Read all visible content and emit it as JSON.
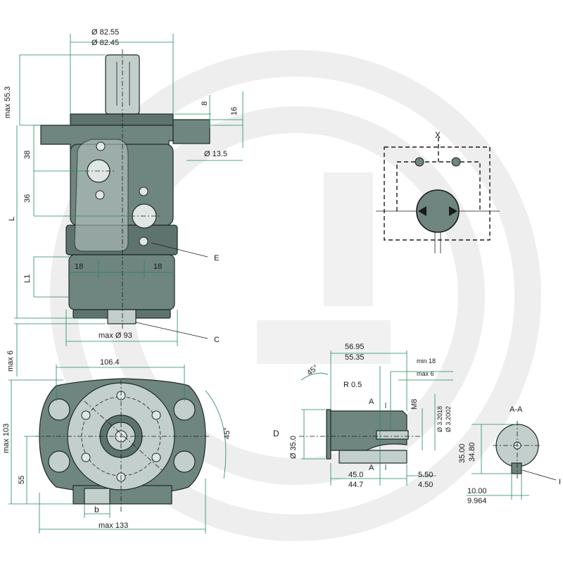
{
  "colors": {
    "body": "#6f8580",
    "body_dark": "#5e736e",
    "face": "#c3cfcc",
    "dimension_line": "#1f8a5a",
    "outline": "#1d2b28"
  },
  "front_view": {
    "dia_upper": "Ø 82.55",
    "dia_lower": "Ø 82.45",
    "max_shaft": "max 55.3",
    "dim_8": "8",
    "dim_16": "16",
    "dia_flange_hole": "Ø 13.5",
    "dim_38": "38",
    "dim_36": "36",
    "dim_L": "L",
    "dim_L1": "L1",
    "dim_18_left": "18",
    "dim_18_right": "18",
    "label_E": "E",
    "label_C": "C",
    "max_dia_93": "max Ø 93",
    "max_6": "max 6"
  },
  "bottom_view": {
    "width_106": "106.4",
    "max_103": "max 103",
    "dim_55": "55",
    "angle_45": "45°",
    "label_b": "b",
    "max_133": "max 133"
  },
  "shaft_view": {
    "len_upper": "56.95",
    "len_lower": "55.35",
    "angle_45": "45°",
    "radius": "R 0.5",
    "label_D": "D",
    "dia_35": "Ø 35.0",
    "section_A_top": "A",
    "section_A_bottom": "A",
    "thread_M8": "M8",
    "min_18": "min 18",
    "max_6": "max 6",
    "dia_key_upper": "Ø 3.2018",
    "dia_key_lower": "Ø 3.2002",
    "len_45_0": "45.0",
    "len_44_7": "44.7",
    "len_5_50": "5.50",
    "len_4_50": "4.50"
  },
  "section_view": {
    "title": "A-A",
    "dim_35_00": "35.00",
    "dim_34_80": "34.80",
    "key_10_00": "10.00",
    "key_9_964": "9.964",
    "label_I": "I"
  },
  "hydraulic_symbol": {
    "port_label": "X"
  }
}
